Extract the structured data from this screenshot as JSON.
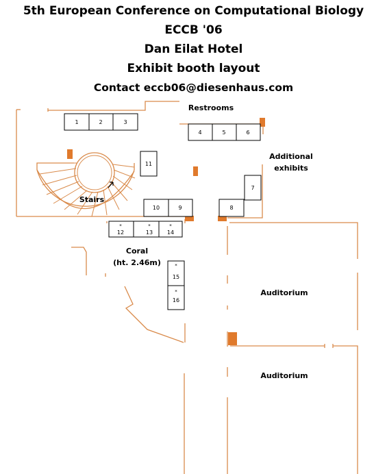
{
  "header": {
    "line1": "5th European Conference on Computational Biology",
    "line2": "ECCB '06",
    "line3": "Dan Eilat Hotel",
    "line4": "Exhibit booth layout",
    "line5": "Contact eccb06@diesenhaus.com"
  },
  "areas": {
    "restrooms": "Restrooms",
    "additional_1": "Additional",
    "additional_2": "exhibits",
    "stairs": "Stairs",
    "coral": "Coral",
    "coral_height": "(ht. 2.46m)",
    "auditorium_upper": "Auditorium",
    "auditorium_lower": "Auditorium"
  },
  "booths": {
    "b1": "1",
    "b2": "2",
    "b3": "3",
    "b4": "4",
    "b5": "5",
    "b6": "6",
    "b7": "7",
    "b8": "8",
    "b9": "9",
    "b10": "10",
    "b11": "11",
    "b12": "12",
    "b13": "13",
    "b14": "14",
    "b15": "15",
    "b16": "16",
    "star_mark": "*"
  },
  "colors": {
    "wall": "#d98a4a",
    "column": "#e07a2c",
    "booth_border": "#000000"
  }
}
